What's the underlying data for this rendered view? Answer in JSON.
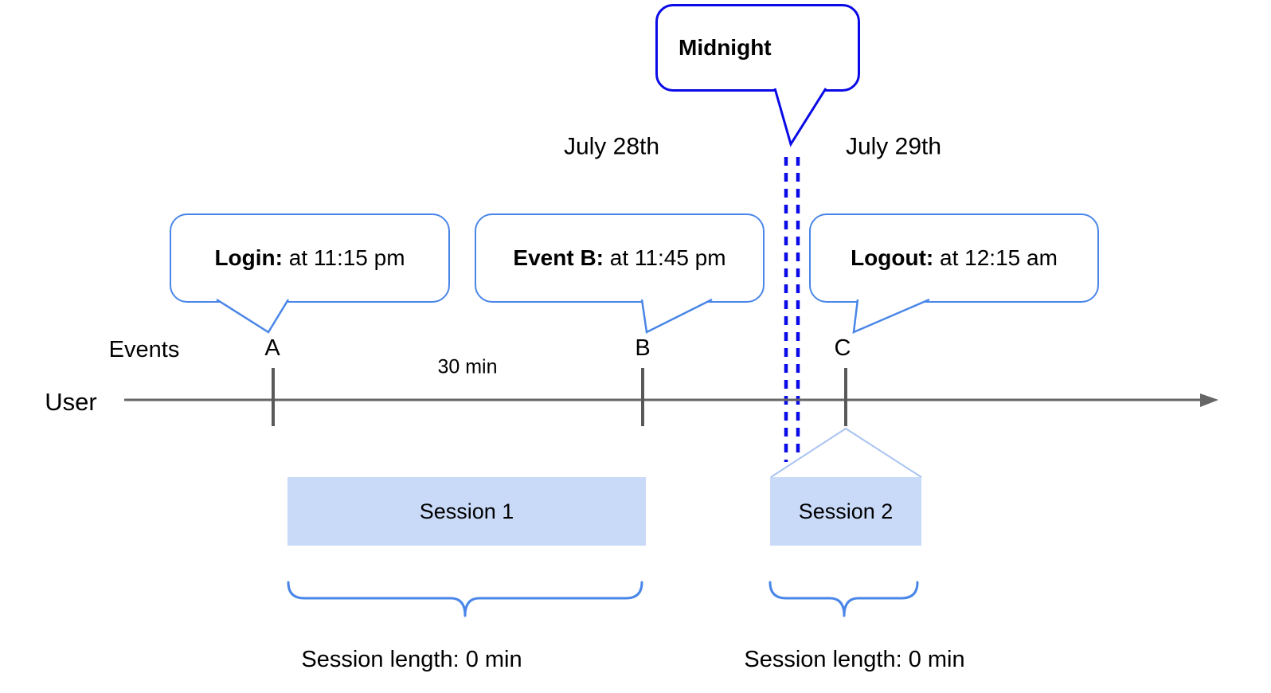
{
  "colors": {
    "callout_border_blue": "#4a86e8",
    "midnight_dark_blue": "#0a0ae6",
    "session_fill_blue": "#c9daf8",
    "timeline_gray": "#666666",
    "tick_gray": "#595959",
    "connector_light_blue": "#a9c4f2",
    "text_black": "#000000"
  },
  "dates": {
    "left": "July 28th",
    "right": "July 29th"
  },
  "midnight_callout": {
    "label": "Midnight"
  },
  "event_callouts": [
    {
      "bold": "Login:",
      "text": " at 11:15 pm"
    },
    {
      "bold": "Event B:",
      "text": " at 11:45 pm"
    },
    {
      "bold": "Logout:",
      "text": " at 12:15 am"
    }
  ],
  "timeline": {
    "row_label": "User",
    "events_label": "Events",
    "event_markers": [
      "A",
      "B",
      "C"
    ],
    "interval_label": "30 min"
  },
  "sessions": [
    {
      "label": "Session 1",
      "length_label": "Session length: 0 min"
    },
    {
      "label": "Session 2",
      "length_label": "Session length: 0 min"
    }
  ]
}
